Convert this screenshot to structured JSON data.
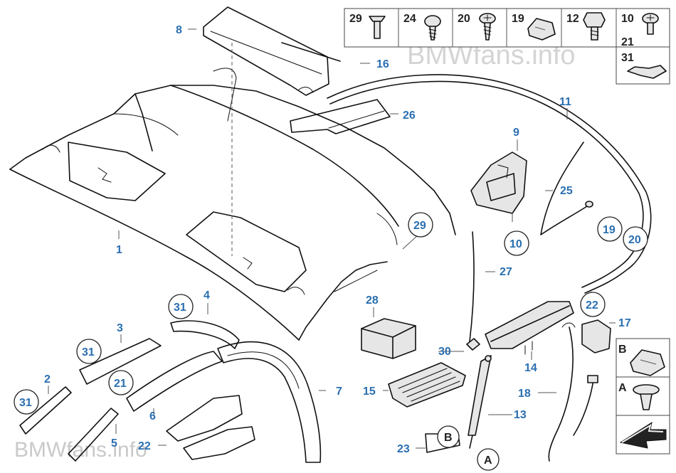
{
  "watermarks": [
    "BMWfans.info",
    "BMWfans.info"
  ],
  "fastener_panel": {
    "boxes": [
      {
        "label": "29",
        "icon": "countersunk-screw-icon"
      },
      {
        "label": "24",
        "icon": "pan-head-screw-icon"
      },
      {
        "label": "20",
        "icon": "torx-screw-icon"
      },
      {
        "label": "19",
        "icon": "clip-nut-icon"
      },
      {
        "label": "12",
        "icon": "hex-bolt-icon"
      },
      {
        "label": "10",
        "icon": "torx-bolt-icon"
      }
    ],
    "extra_box": {
      "labels": [
        "21",
        "31"
      ],
      "icon": "spring-clip-icon"
    }
  },
  "parts": [
    {
      "id": "p1",
      "label": "1"
    },
    {
      "id": "p2",
      "label": "2"
    },
    {
      "id": "p3",
      "label": "3"
    },
    {
      "id": "p4",
      "label": "4"
    },
    {
      "id": "p5",
      "label": "5"
    },
    {
      "id": "p6",
      "label": "6"
    },
    {
      "id": "p7",
      "label": "7"
    },
    {
      "id": "p8",
      "label": "8"
    },
    {
      "id": "p9",
      "label": "9"
    },
    {
      "id": "p11",
      "label": "11"
    },
    {
      "id": "p13",
      "label": "13"
    },
    {
      "id": "p14",
      "label": "14"
    },
    {
      "id": "p15",
      "label": "15"
    },
    {
      "id": "p16",
      "label": "16"
    },
    {
      "id": "p17",
      "label": "17"
    },
    {
      "id": "p18",
      "label": "18"
    },
    {
      "id": "p22b",
      "label": "22"
    },
    {
      "id": "p23",
      "label": "23"
    },
    {
      "id": "p25",
      "label": "25"
    },
    {
      "id": "p26",
      "label": "26"
    },
    {
      "id": "p27",
      "label": "27"
    },
    {
      "id": "p28",
      "label": "28"
    },
    {
      "id": "p30",
      "label": "30"
    }
  ],
  "callouts": [
    {
      "id": "c29",
      "label": "29"
    },
    {
      "id": "c10",
      "label": "10"
    },
    {
      "id": "c19",
      "label": "19"
    },
    {
      "id": "c20",
      "label": "20"
    },
    {
      "id": "c22",
      "label": "22"
    },
    {
      "id": "c31a",
      "label": "31"
    },
    {
      "id": "c31b",
      "label": "31"
    },
    {
      "id": "c31c",
      "label": "31"
    },
    {
      "id": "c21",
      "label": "21"
    },
    {
      "id": "cB",
      "label": "B"
    },
    {
      "id": "cA",
      "label": "A"
    }
  ],
  "side_panel": [
    {
      "label": "B",
      "icon": "clip-b-icon"
    },
    {
      "label": "A",
      "icon": "expansion-rivet-icon"
    },
    {
      "label": "",
      "icon": "arrow-icon"
    }
  ]
}
